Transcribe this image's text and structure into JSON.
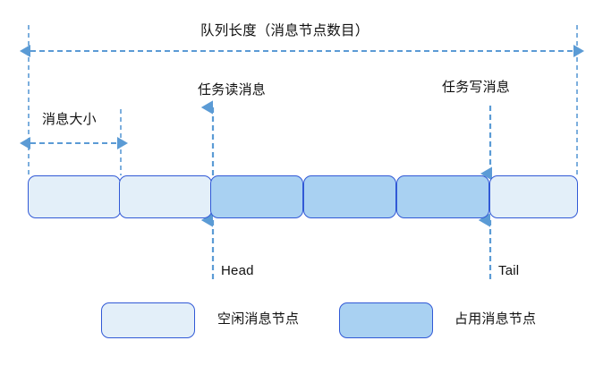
{
  "diagram": {
    "title": "队列长度（消息节点数目）",
    "message_size_label": "消息大小",
    "read_label": "任务读消息",
    "write_label": "任务写消息",
    "head_label": "Head",
    "tail_label": "Tail",
    "colors": {
      "free_fill": "#e3eff9",
      "occupied_fill": "#a9d1f2",
      "node_border": "#3159d6",
      "arrow": "#5b9bd5",
      "guide": "#5b9bd5",
      "text": "#111111",
      "background": "#ffffff"
    },
    "nodes": [
      {
        "index": 1,
        "state": "free"
      },
      {
        "index": 2,
        "state": "free"
      },
      {
        "index": 3,
        "state": "occupied"
      },
      {
        "index": 4,
        "state": "occupied"
      },
      {
        "index": 5,
        "state": "occupied"
      },
      {
        "index": 6,
        "state": "free"
      }
    ],
    "legend": [
      {
        "state": "free",
        "label": "空闲消息节点"
      },
      {
        "state": "occupied",
        "label": "占用消息节点"
      }
    ],
    "pointers": {
      "head_node_index": 3,
      "tail_node_index": 6
    }
  }
}
